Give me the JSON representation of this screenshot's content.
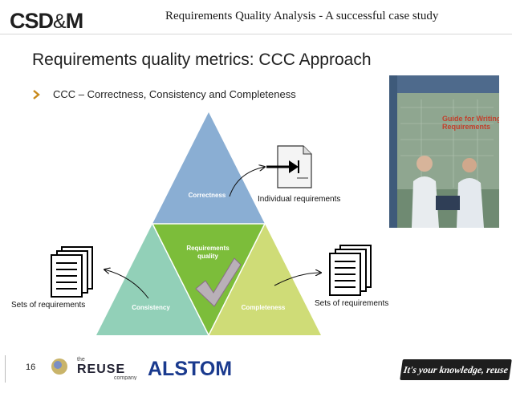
{
  "header": {
    "logo_text_left": "CSD",
    "logo_amp": "&",
    "logo_text_right": "M",
    "title": "Requirements Quality Analysis - A successful case study"
  },
  "slide": {
    "title": "Requirements quality metrics: CCC Approach",
    "bullet": "CCC – Correctness, Consistency and Completeness"
  },
  "diagram": {
    "top": "Correctness",
    "center_line1": "Requirements",
    "center_line2": "quality",
    "left": "Consistency",
    "right": "Completeness",
    "colors": {
      "top": "#8aaed3",
      "left": "#92d0b8",
      "center": "#7cbd3a",
      "right": "#cfdc77"
    },
    "individual_label": "Individual requirements",
    "sets_left_label": "Sets of requirements",
    "sets_right_label": "Sets of requirements"
  },
  "book": {
    "title_line1": "Guide for Writing",
    "title_line2": "Requirements"
  },
  "footer": {
    "page_number": "16",
    "reuse_the": "the",
    "reuse_name": "REUSE",
    "reuse_company": "company",
    "alstom": "ALSTOM",
    "slogan": "It's your knowledge, reuse it."
  }
}
